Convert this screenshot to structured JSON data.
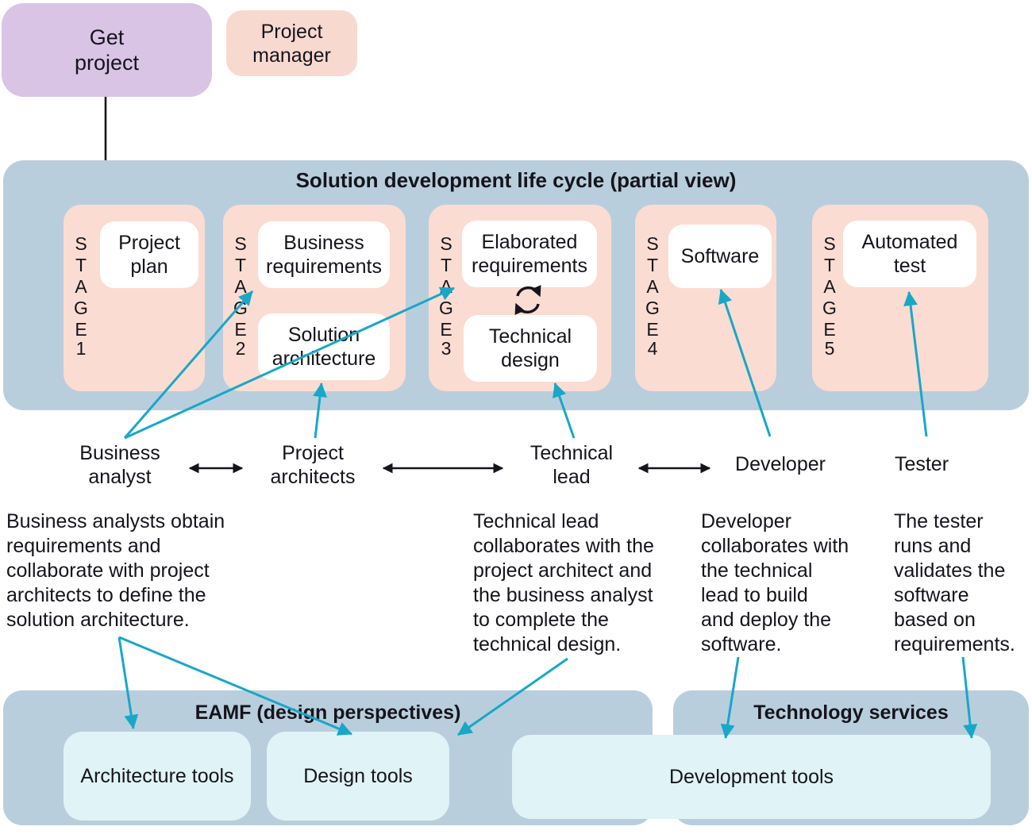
{
  "header": {
    "get_project_label": "Get\nproject",
    "project_manager_label": "Project\nmanager"
  },
  "lifecycle": {
    "title": "Solution development life cycle (partial view)",
    "stage_letters": "S\nT\nA\nG\nE",
    "stages": [
      {
        "number": "1",
        "boxes": [
          "Project\nplan"
        ]
      },
      {
        "number": "2",
        "boxes": [
          "Business\nrequirements",
          "Solution\narchitecture"
        ]
      },
      {
        "number": "3",
        "boxes": [
          "Elaborated\nrequirements",
          "Technical\ndesign"
        ],
        "between_icon": "sync-cycle-icon"
      },
      {
        "number": "4",
        "boxes": [
          "Software"
        ]
      },
      {
        "number": "5",
        "boxes": [
          "Automated\ntest"
        ]
      }
    ]
  },
  "roles": [
    {
      "label": "Business\nanalyst"
    },
    {
      "label": "Project\narchitects"
    },
    {
      "label": "Technical\nlead"
    },
    {
      "label": "Developer"
    },
    {
      "label": "Tester"
    }
  ],
  "descriptions": [
    "Business analysts obtain\nrequirements and\ncollaborate with project\narchitects to define the\nsolution architecture.",
    "Technical lead\ncollaborates with the\nproject architect and\nthe business analyst\nto complete the\ntechnical design.",
    "Developer\ncollaborates with\nthe technical\nlead to build\nand deploy the\nsoftware.",
    "The tester\nruns and\nvalidates the\nsoftware\nbased on\nrequirements."
  ],
  "platforms": [
    {
      "title": "EAMF (design perspectives)",
      "tools": [
        "Architecture tools",
        "Design tools"
      ]
    },
    {
      "title": "Technology services",
      "tools": [
        "Development tools"
      ]
    }
  ],
  "colors": {
    "get_project_bg": "#d9c4e6",
    "project_manager_bg": "#f8d9d0",
    "lifecycle_bg": "#b9cedd",
    "stage_bg": "#fbdcd2",
    "stage_item_bg": "#ffffff",
    "platform_bg": "#b9cedd",
    "tool_bg": "#e0f3f6",
    "arrow_accent": "#18a7c7",
    "text": "#15141c"
  }
}
